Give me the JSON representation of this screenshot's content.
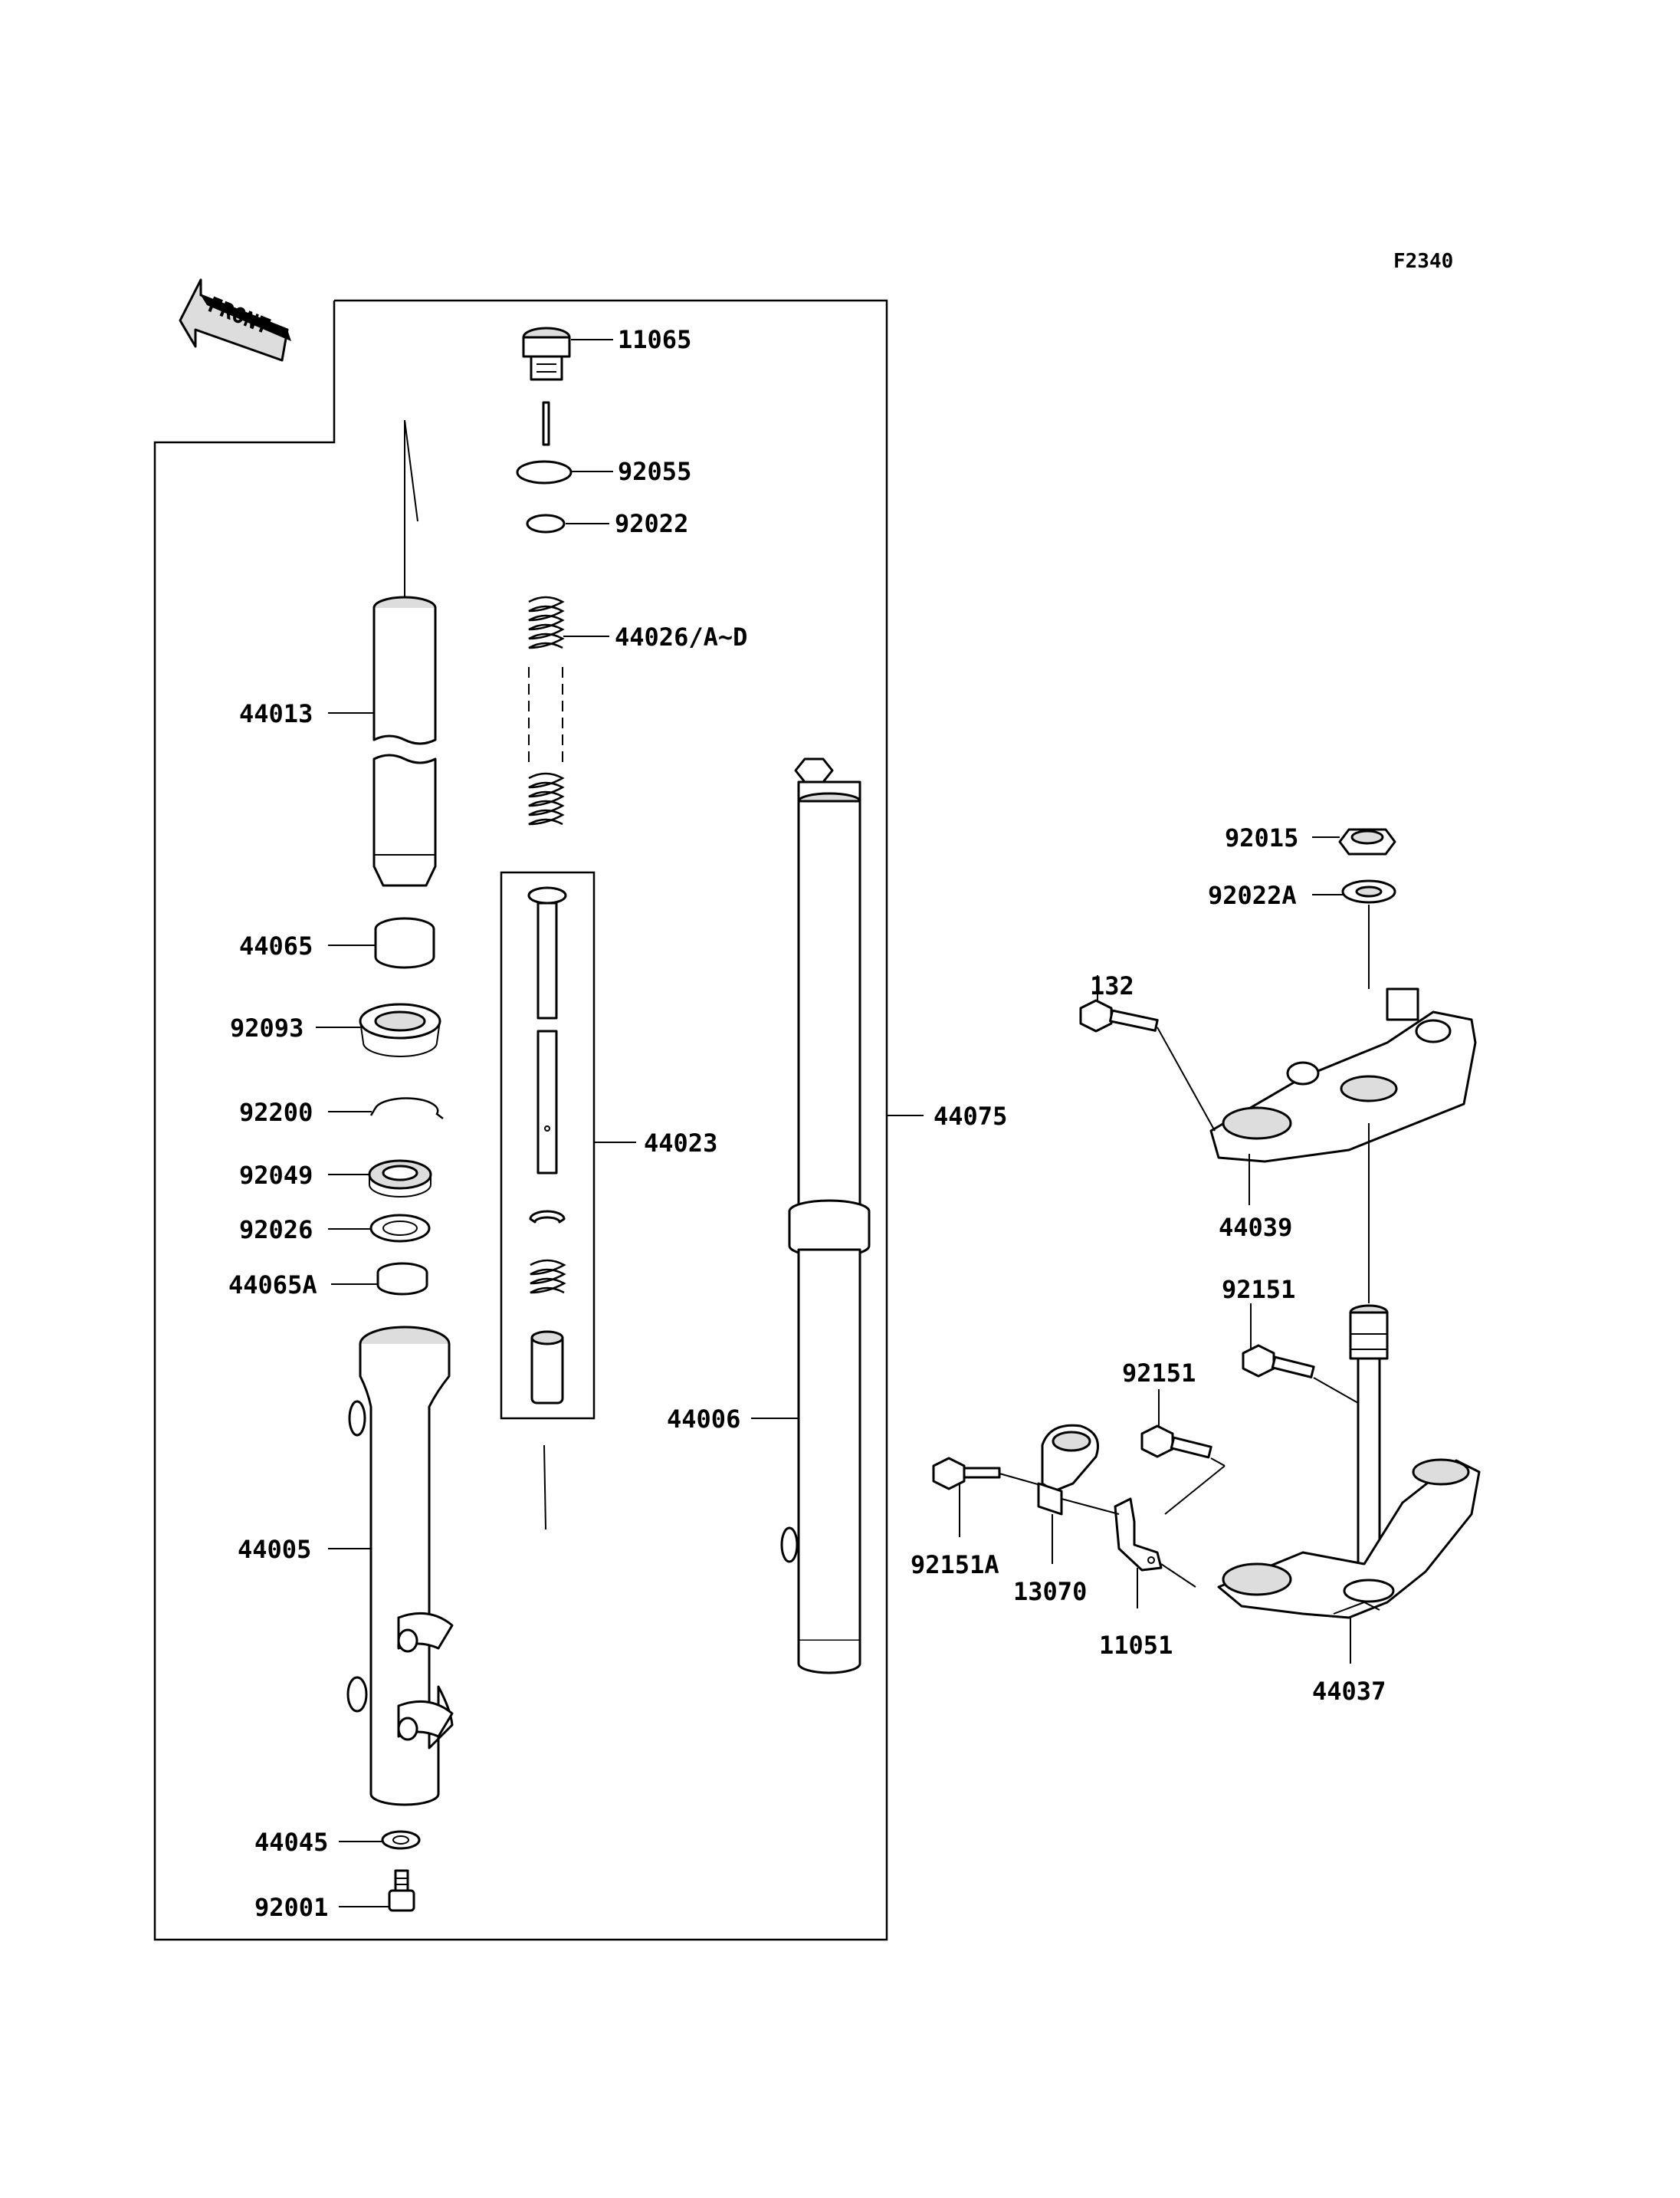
{
  "figure_id": "F2340",
  "front_label": "FRONT",
  "parts": [
    {
      "number": "11065"
    },
    {
      "number": "92055"
    },
    {
      "number": "92022"
    },
    {
      "number": "44026/A~D"
    },
    {
      "number": "44013"
    },
    {
      "number": "44065"
    },
    {
      "number": "92093"
    },
    {
      "number": "92200"
    },
    {
      "number": "92049"
    },
    {
      "number": "92026"
    },
    {
      "number": "44065A"
    },
    {
      "number": "44005"
    },
    {
      "number": "44045"
    },
    {
      "number": "92001"
    },
    {
      "number": "44023"
    },
    {
      "number": "44006"
    },
    {
      "number": "44075"
    },
    {
      "number": "92015"
    },
    {
      "number": "92022A"
    },
    {
      "number": "132"
    },
    {
      "number": "44039"
    },
    {
      "number": "92151"
    },
    {
      "number": "92151"
    },
    {
      "number": "92151A"
    },
    {
      "number": "13070"
    },
    {
      "number": "11051"
    },
    {
      "number": "44037"
    }
  ]
}
